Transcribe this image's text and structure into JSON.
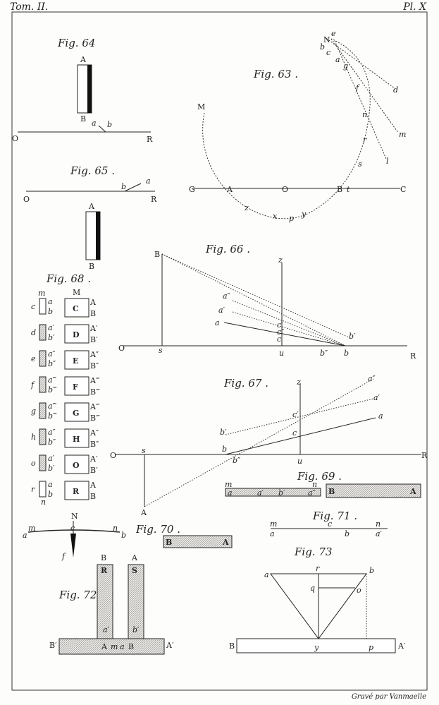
{
  "header": {
    "tome": "Tom. II.",
    "plate": "Pl. X"
  },
  "credit": "Gravé par Vanmaelle",
  "figures": {
    "fig64": {
      "title": "Fig. 64",
      "labels": [
        "A",
        "B",
        "a",
        "b",
        "O",
        "R"
      ]
    },
    "fig63": {
      "title": "Fig. 63 .",
      "labels": [
        "N",
        "e",
        "b",
        "c",
        "a",
        "g",
        "d",
        "f",
        "m",
        "n",
        "r",
        "l",
        "s",
        "M",
        "G",
        "A",
        "O",
        "B",
        "t",
        "C",
        "z",
        "x",
        "p",
        "y"
      ]
    },
    "fig65": {
      "title": "Fig. 65 .",
      "labels": [
        "b",
        "a",
        "O",
        "R",
        "A",
        "B"
      ]
    },
    "fig66": {
      "title": "Fig. 66 .",
      "labels": [
        "B",
        "z",
        "a″",
        "a′",
        "a",
        "c′",
        "c″",
        "c",
        "b′",
        "u",
        "b″",
        "b",
        "O",
        "s",
        "R"
      ]
    },
    "fig68": {
      "title": "Fig. 68 .",
      "left_labels": [
        "m",
        "c",
        "a",
        "b",
        "d",
        "a′",
        "b′",
        "e",
        "a″",
        "b″",
        "f",
        "a‴",
        "b‴",
        "g",
        "a‴",
        "b‴",
        "h",
        "a″",
        "b″",
        "o",
        "a′",
        "b′",
        "r",
        "a",
        "b",
        "n"
      ],
      "boxes": [
        {
          "letter": "C",
          "top": "A",
          "bottom": "B"
        },
        {
          "letter": "D",
          "top": "A′",
          "bottom": "B′"
        },
        {
          "letter": "E",
          "top": "A″",
          "bottom": "B″"
        },
        {
          "letter": "F",
          "top": "A‴",
          "bottom": "B‴"
        },
        {
          "letter": "G",
          "top": "A‴",
          "bottom": "B‴"
        },
        {
          "letter": "H",
          "top": "A″",
          "bottom": "B″"
        },
        {
          "letter": "O",
          "top": "A′",
          "bottom": "B′"
        },
        {
          "letter": "R",
          "top": "A",
          "bottom": "B"
        }
      ],
      "top_label": "M",
      "balance_labels": [
        "N",
        "a",
        "m",
        "c",
        "n",
        "b",
        "f"
      ]
    },
    "fig67": {
      "title": "Fig. 67 .",
      "labels": [
        "z",
        "a″",
        "a′",
        "a",
        "c′",
        "c",
        "b′",
        "b",
        "b″",
        "u",
        "O",
        "s",
        "R",
        "A"
      ]
    },
    "fig69": {
      "title": "Fig. 69 .",
      "labels": [
        "m",
        "a",
        "a′",
        "b′",
        "n",
        "a″",
        "B",
        "A"
      ]
    },
    "fig70": {
      "title": "Fig. 70 .",
      "labels": [
        "B",
        "A"
      ]
    },
    "fig71": {
      "title": "Fig. 71 .",
      "labels": [
        "m",
        "a",
        "c",
        "b",
        "n",
        "a′"
      ]
    },
    "fig72": {
      "title": "Fig. 72 .",
      "labels": [
        "B",
        "A",
        "R",
        "S",
        "a′",
        "b′",
        "B′",
        "A",
        "m",
        "a",
        "B",
        "A′"
      ]
    },
    "fig73": {
      "title": "Fig. 73",
      "labels": [
        "a",
        "r",
        "b",
        "q",
        "o",
        "B",
        "y",
        "p",
        "A′"
      ]
    }
  }
}
